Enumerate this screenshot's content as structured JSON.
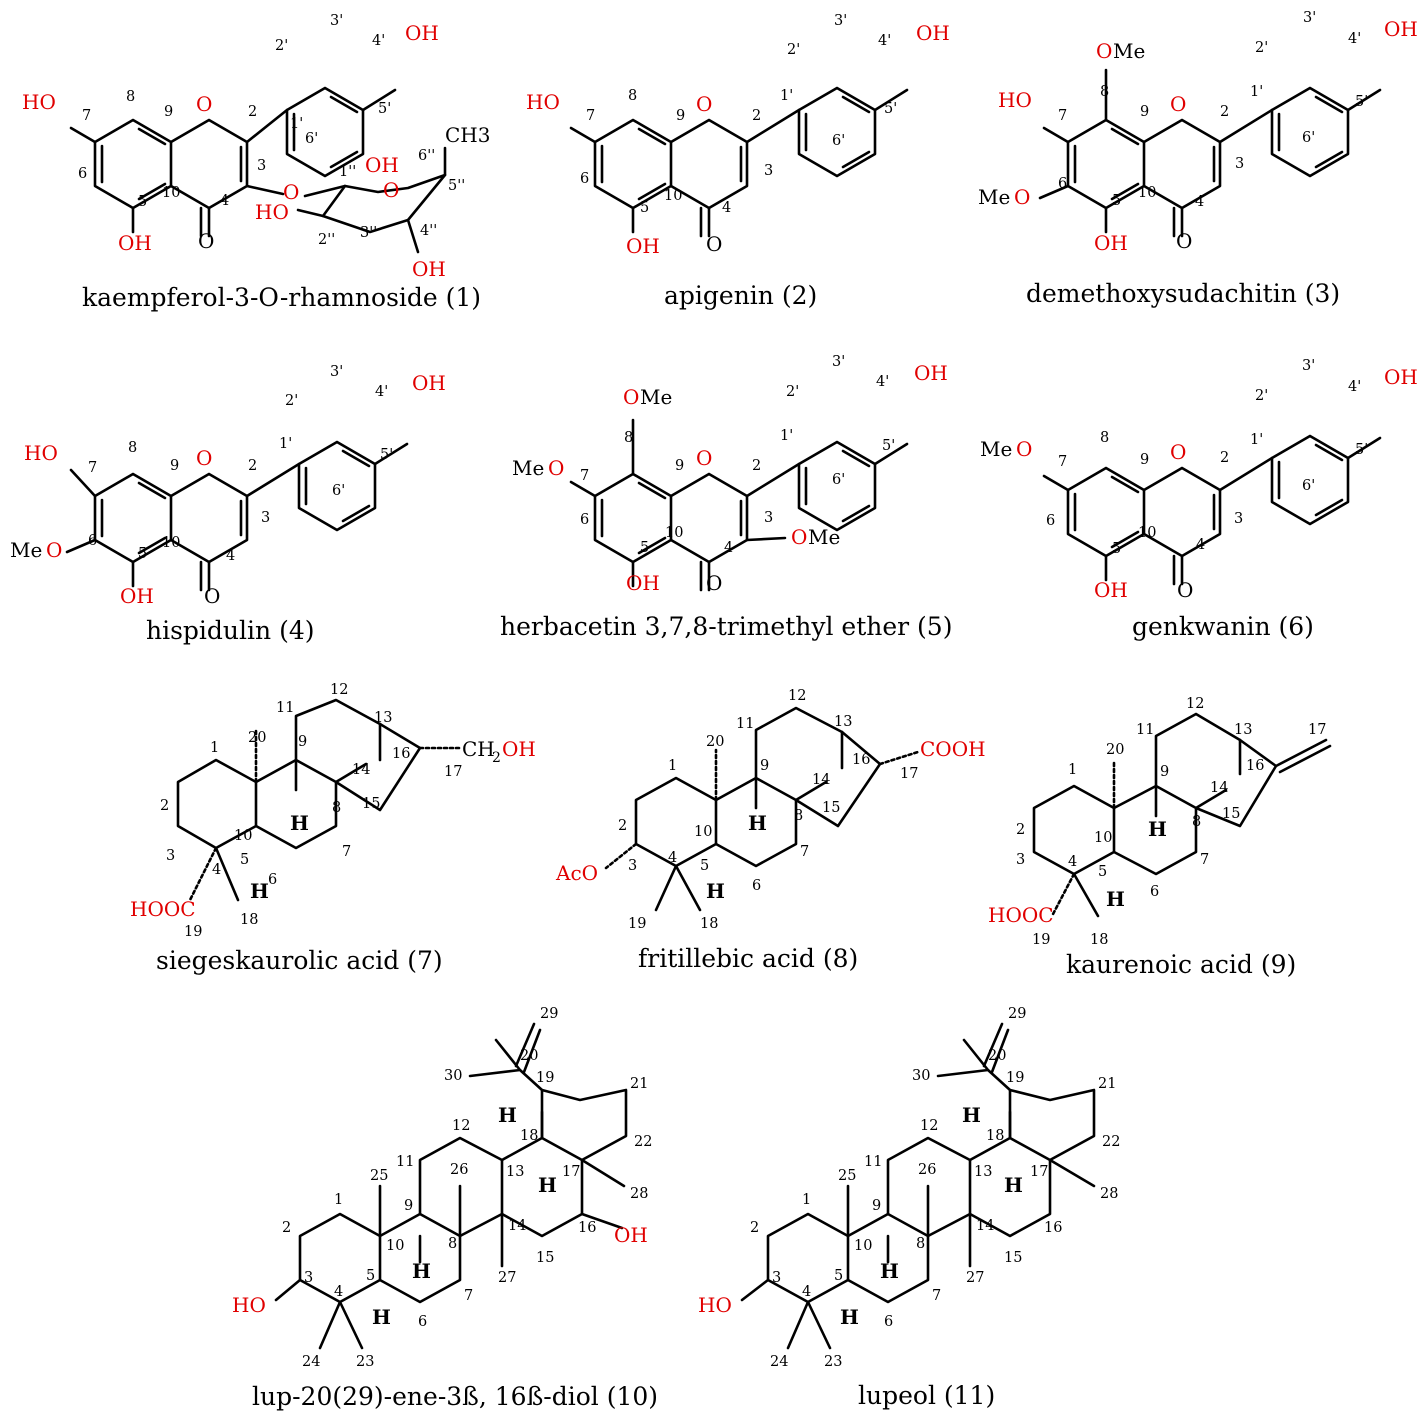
{
  "figure": {
    "titles": {
      "c1": "kaempferol-3-O-rhamnoside (1)",
      "c2": "apigenin (2)",
      "c3": "demethoxysudachitin (3)",
      "c4": "hispidulin (4)",
      "c5": "herbacetin 3,7,8-trimethyl ether (5)",
      "c6": "genkwanin (6)",
      "c7": "siegeskaurolic acid (7)",
      "c8": "fritillebic acid (8)",
      "c9": "kaurenoic acid (9)",
      "c10": "lup-20(29)-ene-3ß, 16ß-diol (10)",
      "c11": "lupeol (11)"
    },
    "groups": {
      "OH": "OH",
      "HO": "HO",
      "O": "O",
      "OMe": "OMe",
      "MeO": "MeO",
      "CH3": "CH3",
      "CH2OH": "CH2OH",
      "COOH": "COOH",
      "HOOC": "HOOC",
      "AcO": "AcO",
      "H": "H"
    }
  }
}
